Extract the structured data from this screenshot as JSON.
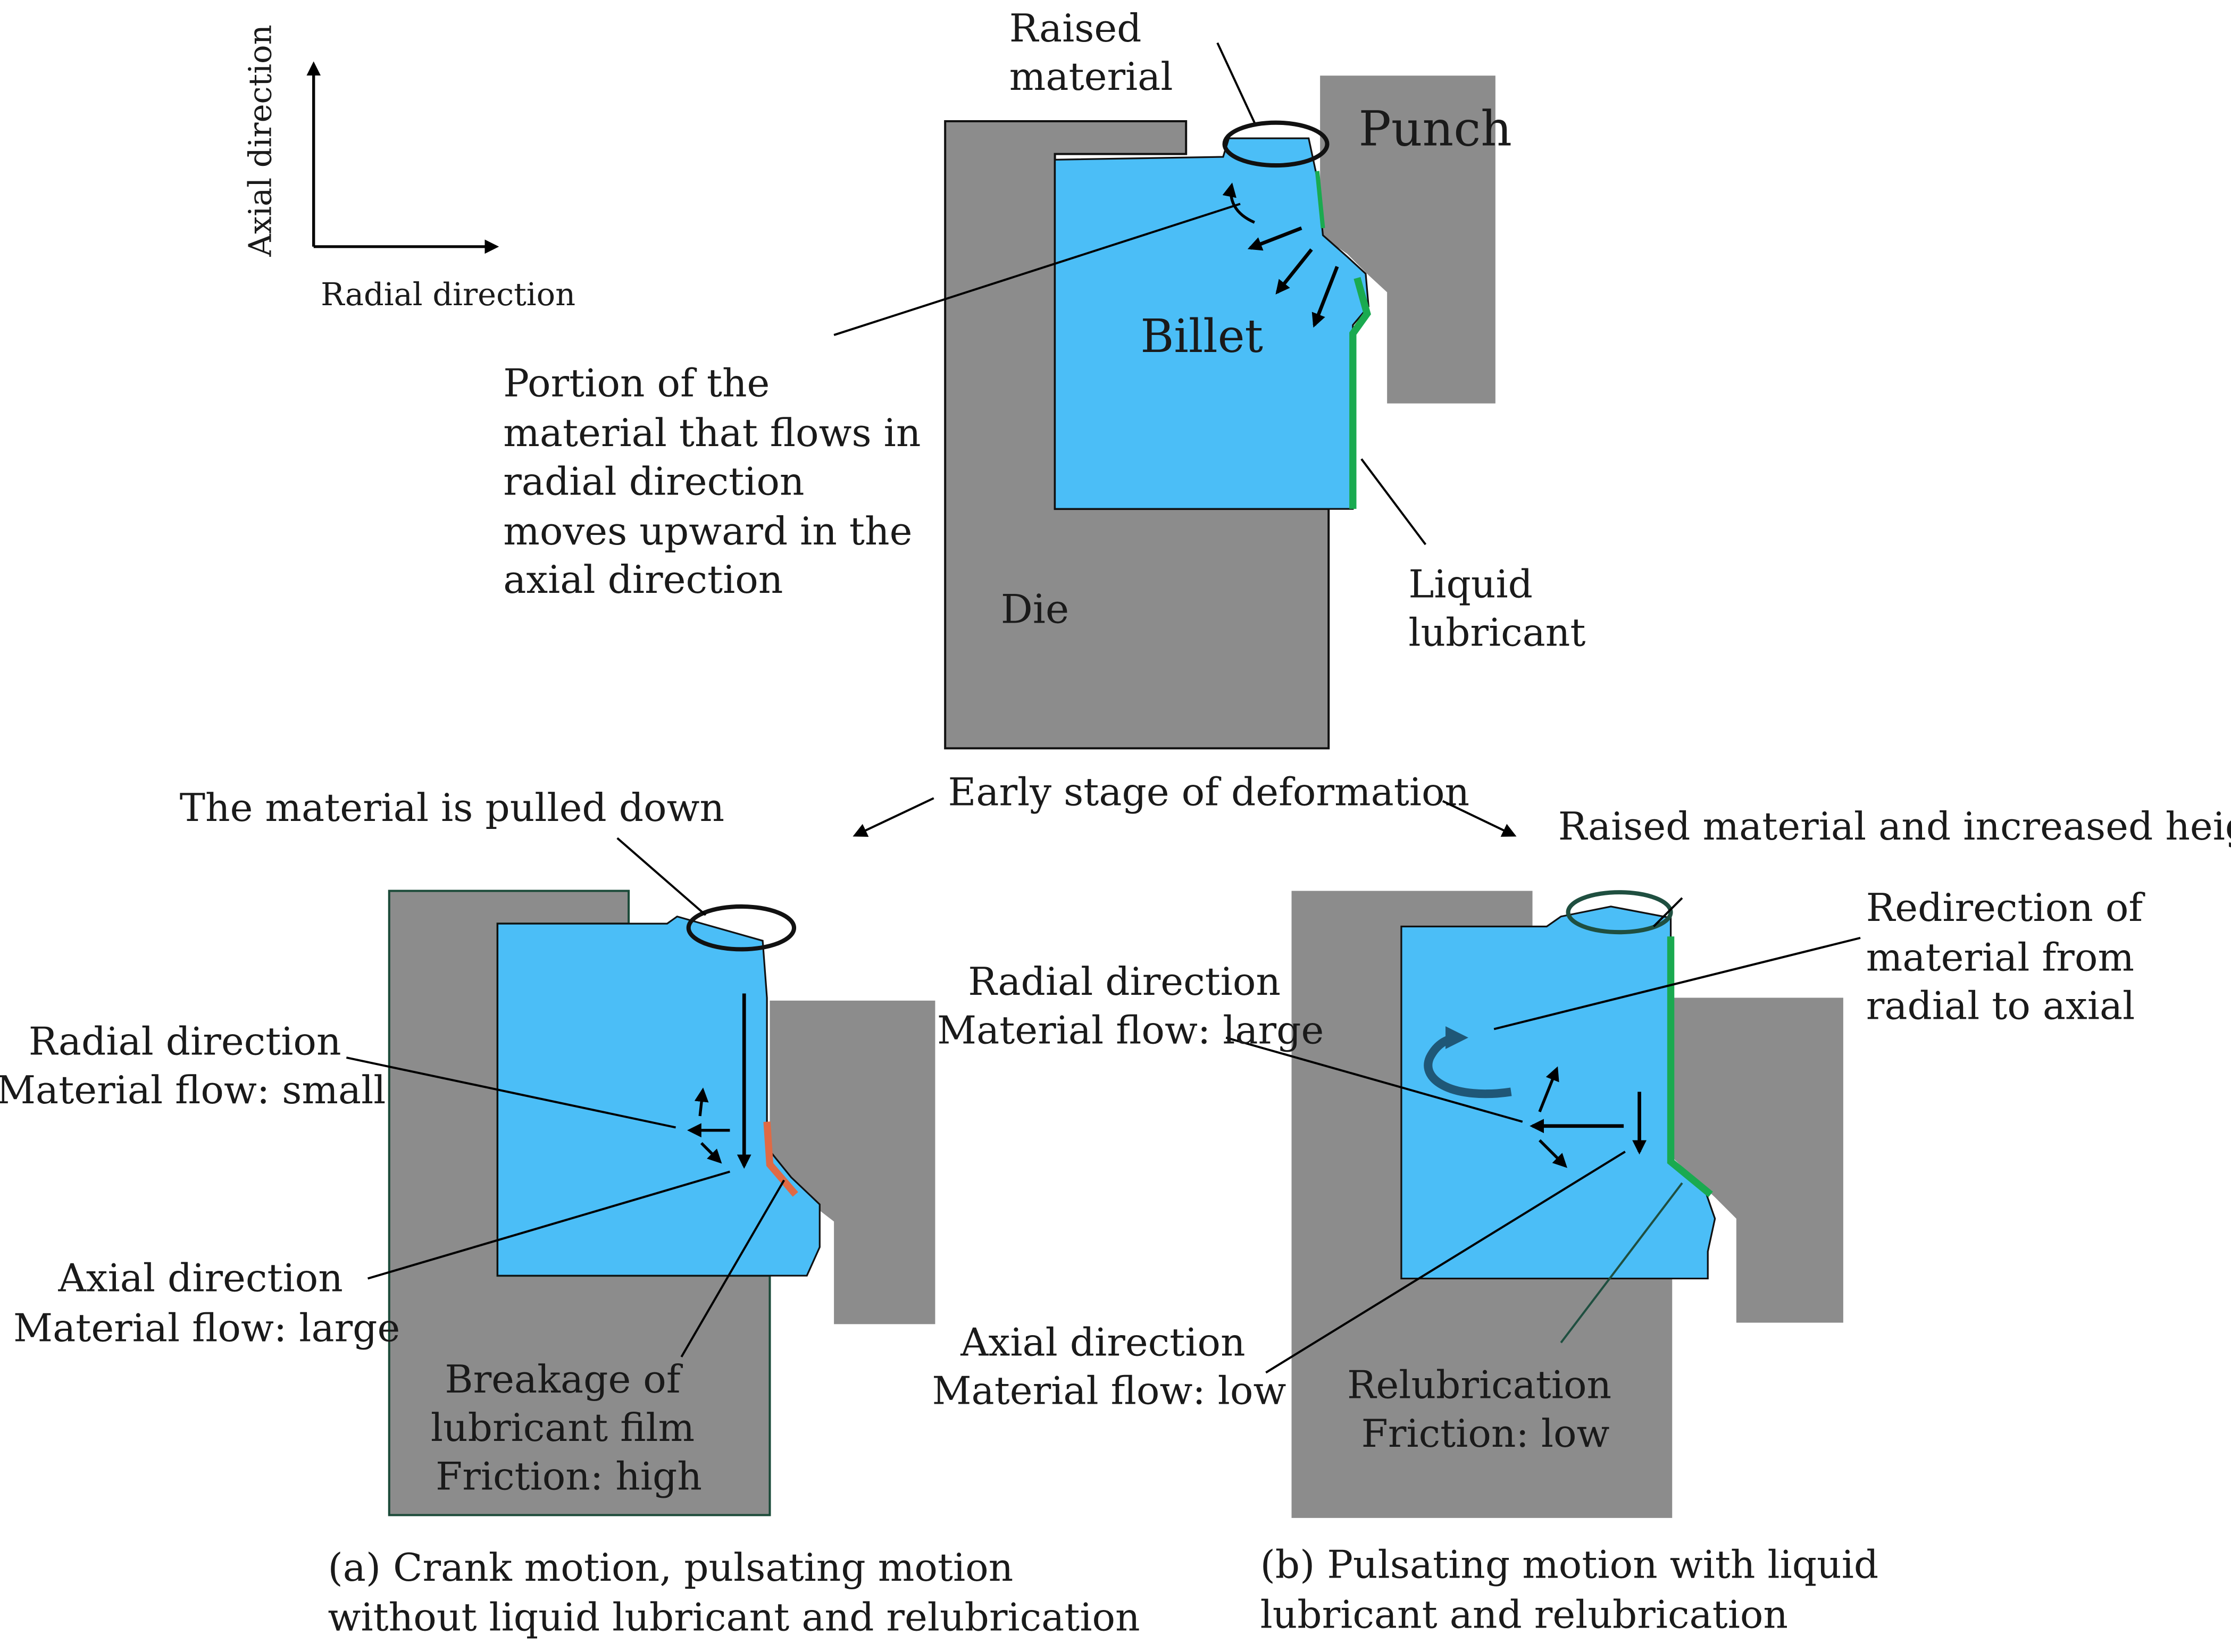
{
  "axes": {
    "axial": "Axial direction",
    "radial": "Radial direction"
  },
  "top": {
    "raised": [
      "Raised",
      "material"
    ],
    "punch": "Punch",
    "billet": "Billet",
    "die": "Die",
    "portion": [
      "Portion of the",
      "material that flows in",
      "radial direction",
      "moves upward in the",
      "axial direction"
    ],
    "lubricant": [
      "Liquid",
      "lubricant"
    ]
  },
  "early_stage": "Early stage of deformation",
  "panel_a": {
    "pulled": "The material is pulled down",
    "radial": [
      "Radial direction",
      "Material flow: small"
    ],
    "axial": [
      "Axial direction",
      "Material flow: large"
    ],
    "breakage": [
      "Breakage of",
      "lubricant film",
      "Friction: high"
    ],
    "caption": [
      "(a) Crank motion, pulsating motion",
      "without liquid lubricant and relubrication"
    ]
  },
  "panel_b": {
    "raised": "Raised material and increased height",
    "redirection": [
      "Redirection of",
      "material from",
      "radial to axial"
    ],
    "radial": [
      "Radial direction",
      "Material flow: large"
    ],
    "axial": [
      "Axial direction",
      "Material flow: low"
    ],
    "relub": [
      "Relubrication",
      "Friction: low"
    ],
    "caption": [
      "(b) Pulsating motion with liquid",
      "lubricant and relubrication"
    ]
  },
  "colors": {
    "tool": "#8c8c8c",
    "billet": "#4bbef7",
    "lubricant": "#1aaa50",
    "breakage": "#e06a45"
  }
}
